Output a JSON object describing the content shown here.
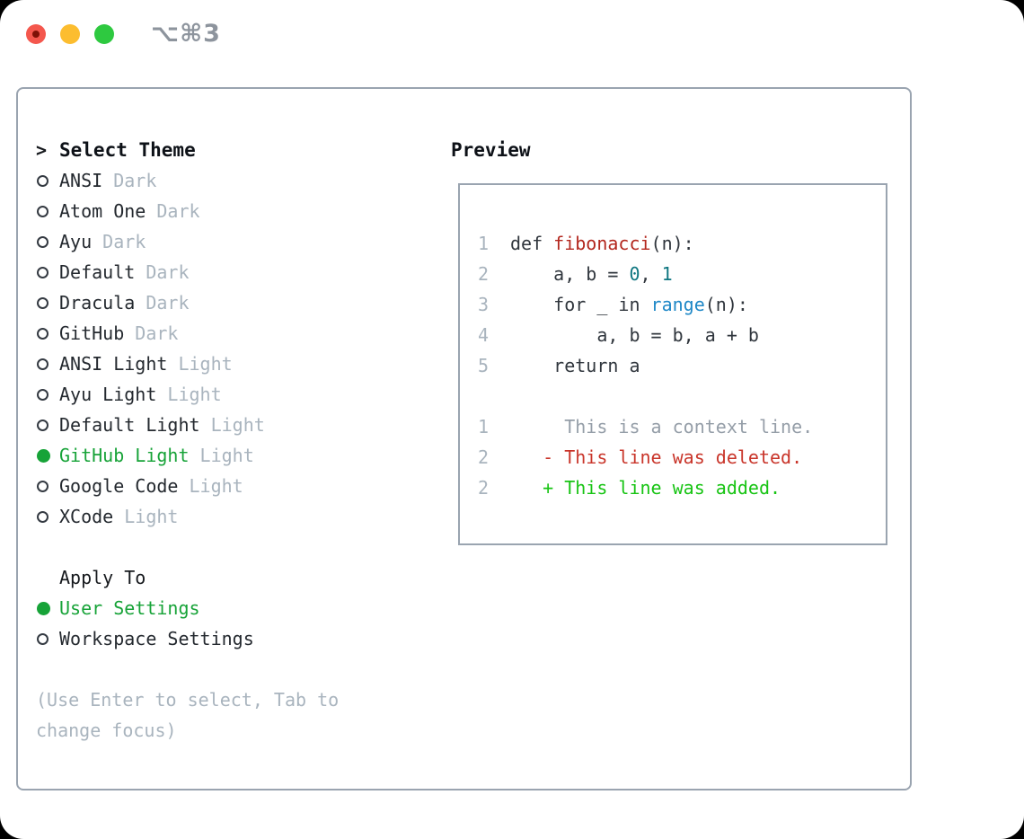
{
  "window": {
    "title": "⌥⌘3",
    "traffic_lights": [
      "close",
      "minimize",
      "zoom"
    ]
  },
  "colors": {
    "text": "#24292f",
    "muted": "#a9b4be",
    "context": "#959ea8",
    "selection_green": "#17a338",
    "added_green": "#18c414",
    "deleted_red": "#c9352a",
    "function_red": "#b3271e",
    "number_teal": "#0e7680",
    "builtin_blue": "#1f88c7",
    "panel_border": "#9aa4b0",
    "title_gray": "#8d949d",
    "traffic_red": "#f4574d",
    "traffic_yellow": "#fcbd2f",
    "traffic_green": "#2ec940"
  },
  "theme_picker": {
    "header_marker": ">",
    "header_label": "Select Theme",
    "themes": [
      {
        "name": "ANSI",
        "variant": "Dark",
        "selected": false
      },
      {
        "name": "Atom One",
        "variant": "Dark",
        "selected": false
      },
      {
        "name": "Ayu",
        "variant": "Dark",
        "selected": false
      },
      {
        "name": "Default",
        "variant": "Dark",
        "selected": false
      },
      {
        "name": "Dracula",
        "variant": "Dark",
        "selected": false
      },
      {
        "name": "GitHub",
        "variant": "Dark",
        "selected": false
      },
      {
        "name": "ANSI Light",
        "variant": "Light",
        "selected": false
      },
      {
        "name": "Ayu Light",
        "variant": "Light",
        "selected": false
      },
      {
        "name": "Default Light",
        "variant": "Light",
        "selected": false
      },
      {
        "name": "GitHub Light",
        "variant": "Light",
        "selected": true
      },
      {
        "name": "Google Code",
        "variant": "Light",
        "selected": false
      },
      {
        "name": "XCode",
        "variant": "Light",
        "selected": false
      }
    ],
    "apply_to": {
      "label": "Apply To",
      "options": [
        {
          "label": "User Settings",
          "selected": true
        },
        {
          "label": "Workspace Settings",
          "selected": false
        }
      ]
    },
    "hint": "(Use Enter to select, Tab to change focus)"
  },
  "preview": {
    "label": "Preview",
    "code_lines": [
      {
        "num": "1",
        "segments": [
          {
            "t": "def ",
            "c": "plain"
          },
          {
            "t": "fibonacci",
            "c": "func"
          },
          {
            "t": "(n):",
            "c": "plain"
          }
        ]
      },
      {
        "num": "2",
        "segments": [
          {
            "t": "    a, b = ",
            "c": "plain"
          },
          {
            "t": "0",
            "c": "number"
          },
          {
            "t": ", ",
            "c": "plain"
          },
          {
            "t": "1",
            "c": "number"
          }
        ]
      },
      {
        "num": "3",
        "segments": [
          {
            "t": "    for _ in ",
            "c": "plain"
          },
          {
            "t": "range",
            "c": "builtin"
          },
          {
            "t": "(n):",
            "c": "plain"
          }
        ]
      },
      {
        "num": "4",
        "segments": [
          {
            "t": "        a, b = b, a + b",
            "c": "plain"
          }
        ]
      },
      {
        "num": "5",
        "segments": [
          {
            "t": "    return a",
            "c": "plain"
          }
        ]
      },
      {
        "num": "",
        "segments": []
      },
      {
        "num": "1",
        "segments": [
          {
            "t": "     This is a context line.",
            "c": "context"
          }
        ]
      },
      {
        "num": "2",
        "segments": [
          {
            "t": "   - This line was deleted.",
            "c": "deleted"
          }
        ]
      },
      {
        "num": "2",
        "segments": [
          {
            "t": "   + This line was added.",
            "c": "added"
          }
        ]
      }
    ]
  }
}
